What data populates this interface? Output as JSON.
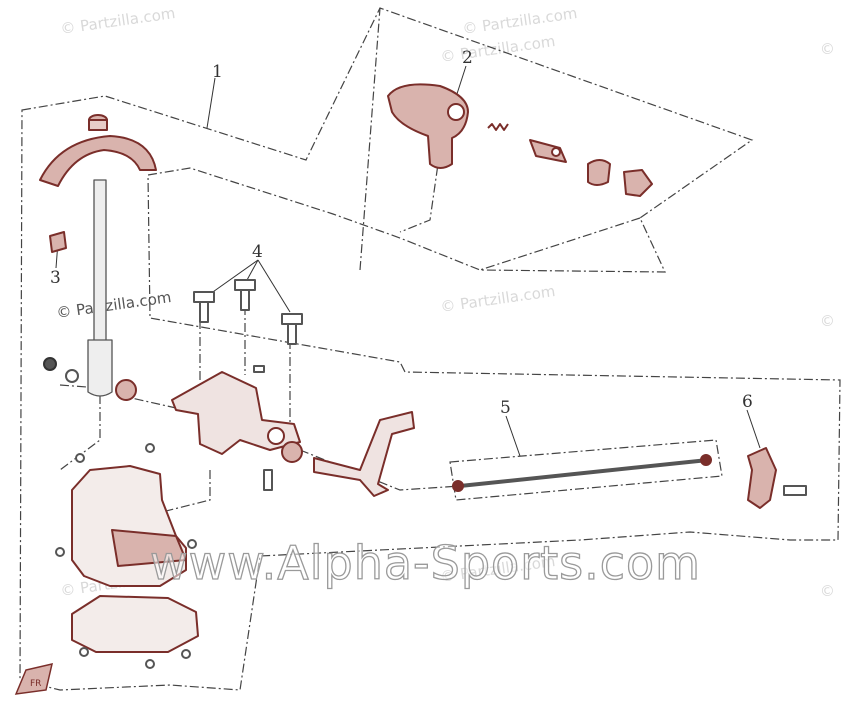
{
  "callouts": [
    {
      "id": "1",
      "label": "1"
    },
    {
      "id": "2",
      "label": "2"
    },
    {
      "id": "3",
      "label": "3"
    },
    {
      "id": "4",
      "label": "4"
    },
    {
      "id": "5",
      "label": "5"
    },
    {
      "id": "6",
      "label": "6"
    }
  ],
  "watermark_small": "© Partzilla.com",
  "watermark_large": "www.Alpha-Sports.com",
  "colors": {
    "part_fill": "#d9b3ad",
    "part_stroke": "#7a2e2a",
    "dash_line": "#444444",
    "callout_text": "#333333"
  }
}
